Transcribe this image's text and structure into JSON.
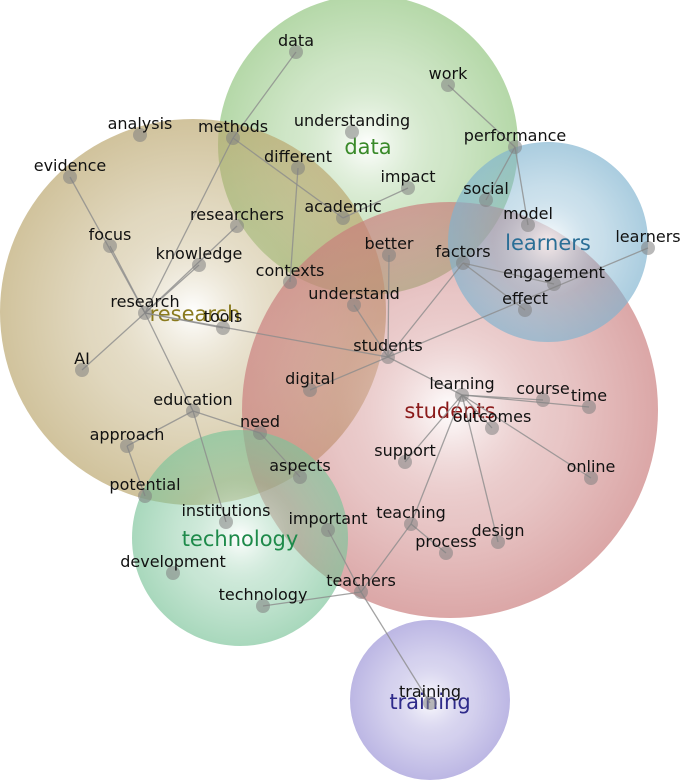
{
  "clusters": [
    {
      "id": "data",
      "label": "data",
      "color": "#3a8a2a",
      "fill": "#8fc47c"
    },
    {
      "id": "research",
      "label": "research",
      "color": "#8a7a1e",
      "fill": "#b9a46a"
    },
    {
      "id": "students",
      "label": "students",
      "color": "#8b1a1a",
      "fill": "#c97a7a"
    },
    {
      "id": "learners",
      "label": "learners",
      "color": "#2a6e96",
      "fill": "#7fb3cf"
    },
    {
      "id": "technology",
      "label": "technology",
      "color": "#1e8a4a",
      "fill": "#7cc49a"
    },
    {
      "id": "training",
      "label": "training",
      "color": "#2e2a8a",
      "fill": "#9a92d6"
    }
  ],
  "terms": [
    {
      "id": "data",
      "label": "data"
    },
    {
      "id": "work",
      "label": "work"
    },
    {
      "id": "analysis",
      "label": "analysis"
    },
    {
      "id": "methods",
      "label": "methods"
    },
    {
      "id": "understanding",
      "label": "understanding"
    },
    {
      "id": "performance",
      "label": "performance"
    },
    {
      "id": "evidence",
      "label": "evidence"
    },
    {
      "id": "different",
      "label": "different"
    },
    {
      "id": "impact",
      "label": "impact"
    },
    {
      "id": "social",
      "label": "social"
    },
    {
      "id": "academic",
      "label": "academic"
    },
    {
      "id": "researchers",
      "label": "researchers"
    },
    {
      "id": "model",
      "label": "model"
    },
    {
      "id": "focus",
      "label": "focus"
    },
    {
      "id": "better",
      "label": "better"
    },
    {
      "id": "learners",
      "label": "learners"
    },
    {
      "id": "knowledge",
      "label": "knowledge"
    },
    {
      "id": "factors",
      "label": "factors"
    },
    {
      "id": "contexts",
      "label": "contexts"
    },
    {
      "id": "engagement",
      "label": "engagement"
    },
    {
      "id": "understand",
      "label": "understand"
    },
    {
      "id": "research",
      "label": "research"
    },
    {
      "id": "effect",
      "label": "effect"
    },
    {
      "id": "tools",
      "label": "tools"
    },
    {
      "id": "students",
      "label": "students"
    },
    {
      "id": "ai",
      "label": "AI"
    },
    {
      "id": "digital",
      "label": "digital"
    },
    {
      "id": "learning",
      "label": "learning"
    },
    {
      "id": "course",
      "label": "course"
    },
    {
      "id": "time",
      "label": "time"
    },
    {
      "id": "education",
      "label": "education"
    },
    {
      "id": "outcomes",
      "label": "outcomes"
    },
    {
      "id": "need",
      "label": "need"
    },
    {
      "id": "approach",
      "label": "approach"
    },
    {
      "id": "support",
      "label": "support"
    },
    {
      "id": "online",
      "label": "online"
    },
    {
      "id": "aspects",
      "label": "aspects"
    },
    {
      "id": "potential",
      "label": "potential"
    },
    {
      "id": "institutions",
      "label": "institutions"
    },
    {
      "id": "teaching",
      "label": "teaching"
    },
    {
      "id": "important",
      "label": "important"
    },
    {
      "id": "design",
      "label": "design"
    },
    {
      "id": "process",
      "label": "process"
    },
    {
      "id": "development",
      "label": "development"
    },
    {
      "id": "teachers",
      "label": "teachers"
    },
    {
      "id": "technology",
      "label": "technology"
    },
    {
      "id": "training",
      "label": "training"
    }
  ],
  "edges": [
    [
      "data",
      "methods"
    ],
    [
      "methods",
      "research"
    ],
    [
      "methods",
      "academic"
    ],
    [
      "work",
      "performance"
    ],
    [
      "performance",
      "model"
    ],
    [
      "performance",
      "social"
    ],
    [
      "impact",
      "academic"
    ],
    [
      "different",
      "contexts"
    ],
    [
      "researchers",
      "research"
    ],
    [
      "evidence",
      "research"
    ],
    [
      "focus",
      "research"
    ],
    [
      "knowledge",
      "research"
    ],
    [
      "research",
      "ai"
    ],
    [
      "research",
      "tools"
    ],
    [
      "research",
      "students"
    ],
    [
      "research",
      "education"
    ],
    [
      "better",
      "students"
    ],
    [
      "understand",
      "students"
    ],
    [
      "factors",
      "students"
    ],
    [
      "factors",
      "engagement"
    ],
    [
      "factors",
      "effect"
    ],
    [
      "students",
      "learners"
    ],
    [
      "students",
      "digital"
    ],
    [
      "students",
      "learning"
    ],
    [
      "learning",
      "course"
    ],
    [
      "learning",
      "time"
    ],
    [
      "learning",
      "outcomes"
    ],
    [
      "learning",
      "support"
    ],
    [
      "learning",
      "online"
    ],
    [
      "learning",
      "design"
    ],
    [
      "learning",
      "teaching"
    ],
    [
      "education",
      "approach"
    ],
    [
      "education",
      "need"
    ],
    [
      "education",
      "institutions"
    ],
    [
      "approach",
      "potential"
    ],
    [
      "need",
      "aspects"
    ],
    [
      "teaching",
      "process"
    ],
    [
      "teaching",
      "teachers"
    ],
    [
      "important",
      "teachers"
    ],
    [
      "teachers",
      "technology"
    ],
    [
      "teachers",
      "training"
    ]
  ]
}
